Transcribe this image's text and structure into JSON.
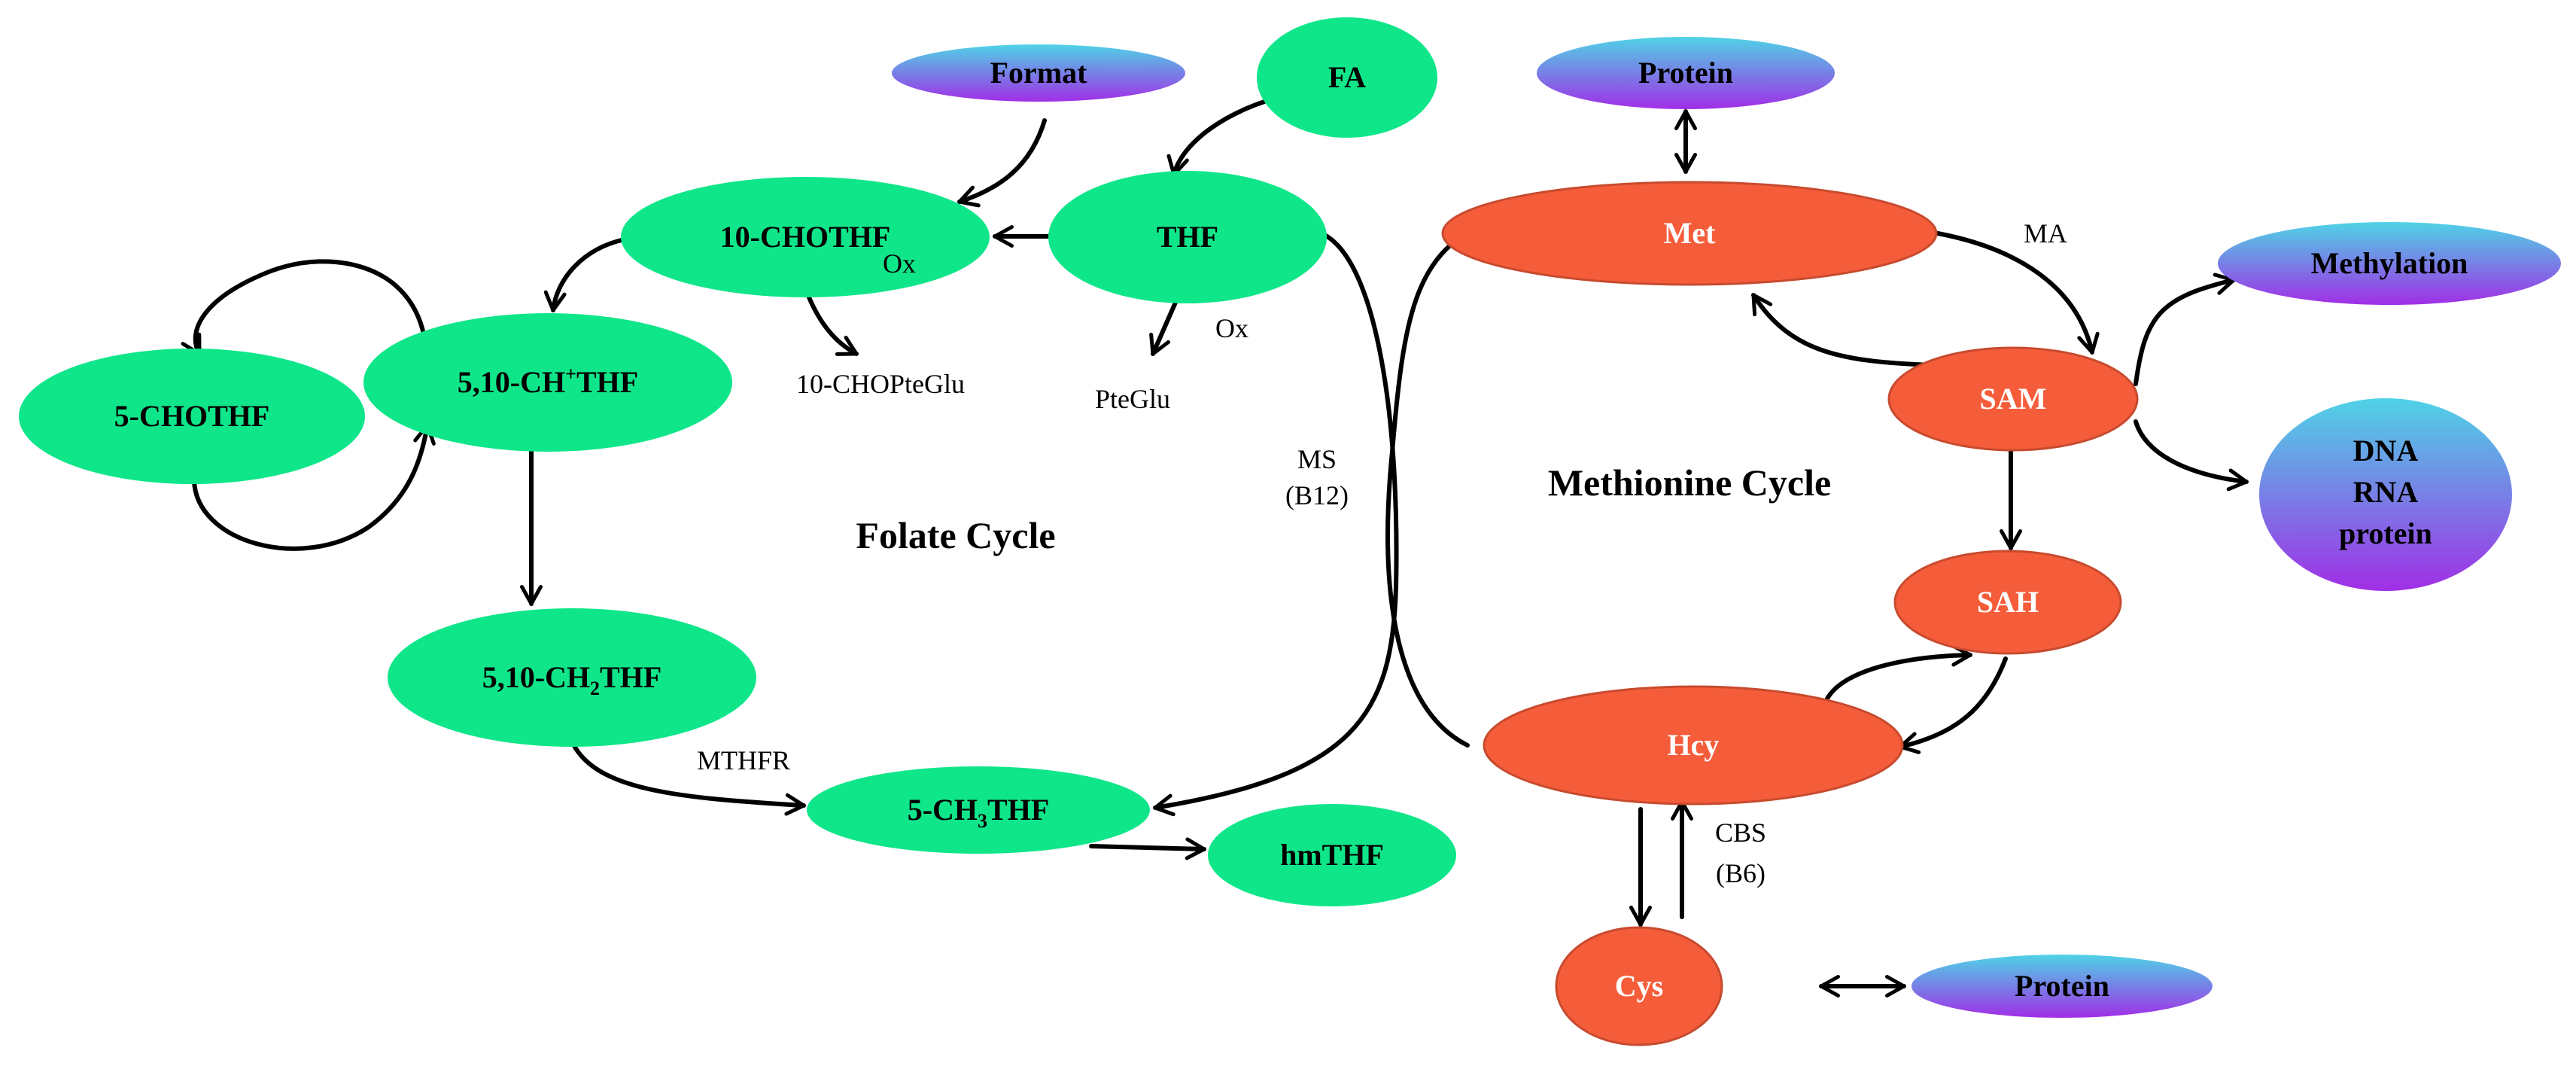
{
  "colors": {
    "folate_node": "#0fe68a",
    "methionine_node": "#f55d3a",
    "methionine_node_stroke": "#c84a2e",
    "target_gradient_top": "#4fd3e6",
    "target_gradient_bottom": "#a02ee6",
    "arrow": "#000000"
  },
  "cycles": {
    "folate": "Folate Cycle",
    "methionine": "Methionine Cycle"
  },
  "nodes": {
    "format": "Format",
    "fa": "FA",
    "protein_top": "Protein",
    "chothf10": "10-CHOTHF",
    "thf": "THF",
    "chothf5": "5-CHOTHF",
    "ch_thf_510": "5,10-CH",
    "ch_thf_510_sup": "+",
    "ch_thf_510_tail": "THF",
    "ch2_thf_510": "5,10-CH",
    "ch2_thf_510_sub": "2",
    "ch2_thf_510_tail": "THF",
    "ch3_thf_5": "5-CH",
    "ch3_thf_5_sub": "3",
    "ch3_thf_5_tail": "THF",
    "hmthf": "hmTHF",
    "met": "Met",
    "sam": "SAM",
    "sah": "SAH",
    "hcy": "Hcy",
    "cys": "Cys",
    "methylation": "Methylation",
    "dna": "DNA",
    "rna": "RNA",
    "protein_mid": "protein",
    "protein_bottom": "Protein"
  },
  "labels": {
    "ox1": "Ox",
    "chopteglu": "10-CHOPteGlu",
    "ox2": "Ox",
    "pteglu": "PteGlu",
    "ms": "MS",
    "b12": "(B12)",
    "mthfr": "MTHFR",
    "ma": "MA",
    "cbs": "CBS",
    "b6": "(B6)"
  }
}
